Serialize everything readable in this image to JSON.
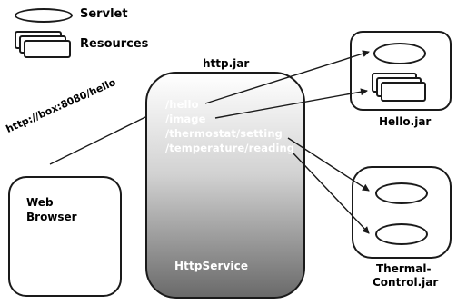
{
  "legend": {
    "servlet_label": "Servlet",
    "resources_label": "Resources"
  },
  "http_jar": {
    "title": "http.jar",
    "paths": [
      "/hello",
      "/image",
      "/thermostat/setting",
      "/temperature/reading"
    ],
    "service_label": "HttpService"
  },
  "web_browser": {
    "label_line1": "Web",
    "label_line2": "Browser",
    "url": "http://box:8080/hello"
  },
  "hello_jar": {
    "label": "Hello.jar"
  },
  "thermal_control_jar": {
    "label_line1": "Thermal-",
    "label_line2": "Control.jar"
  }
}
